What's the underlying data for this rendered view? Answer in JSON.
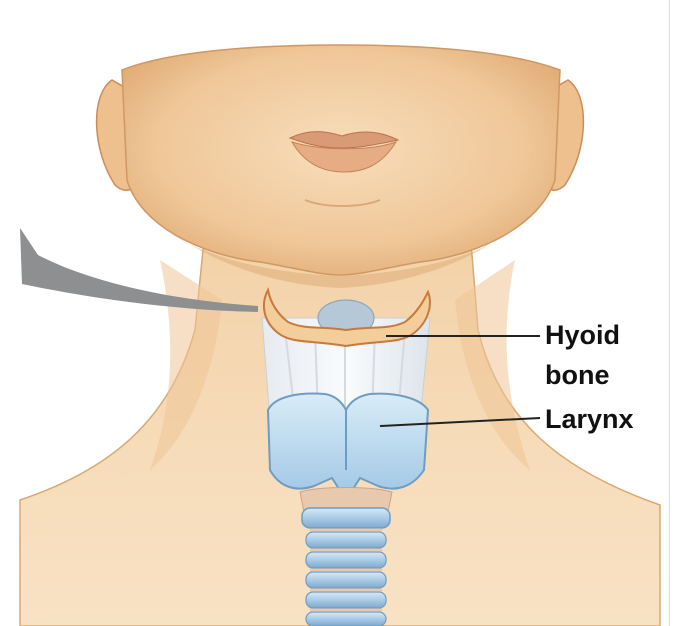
{
  "labels": {
    "hyoid_line1": "Hyoid",
    "hyoid_line2": "bone",
    "larynx": "Larynx"
  },
  "colors": {
    "skin_light": "#f7dcb4",
    "skin_mid": "#eec596",
    "skin_shadow": "#d9a36e",
    "skin_outline": "#c98d58",
    "hyoid_fill": "#f3cd9a",
    "hyoid_outline": "#c67a3c",
    "cartilage_blue": "#bcd9ee",
    "cartilage_outline": "#6f9cc2",
    "trachea_ring": "#a9cbe6",
    "trachea_gap": "#e8c9ad",
    "membrane": "#f2f4f6",
    "arrow_gray": "#8e8f90",
    "leader_line": "#222222",
    "label_text": "#111111"
  }
}
